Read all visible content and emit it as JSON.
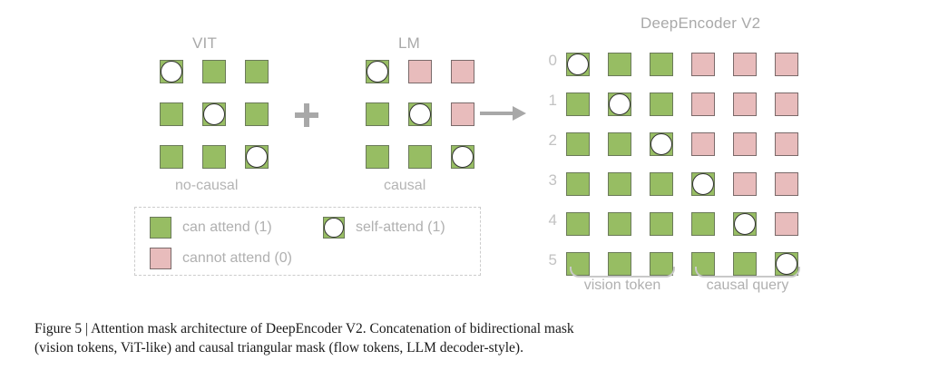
{
  "figure": {
    "caption_line1": "Figure 5 | Attention mask architecture of DeepEncoder V2. Concatenation of bidirectional mask",
    "caption_line2": "(vision tokens, ViT-like) and causal triangular mask (flow tokens, LLM decoder-style)."
  },
  "colors": {
    "can_attend": "#97bd63",
    "cannot_attend": "#e8bcbc",
    "self_attend": "#ffffff",
    "label_gray": "#b0b0b0",
    "arrow_gray": "#a8a8a8"
  },
  "panels": {
    "vit": {
      "title": "VIT",
      "sublabel": "no-causal",
      "size": 3,
      "matrix": [
        [
          "self",
          "green",
          "green"
        ],
        [
          "green",
          "self",
          "green"
        ],
        [
          "green",
          "green",
          "self"
        ]
      ]
    },
    "lm": {
      "title": "LM",
      "sublabel": "causal",
      "size": 3,
      "matrix": [
        [
          "self",
          "pink",
          "pink"
        ],
        [
          "green",
          "self",
          "pink"
        ],
        [
          "green",
          "green",
          "self"
        ]
      ]
    },
    "deepencoder": {
      "title": "DeepEncoder V2",
      "row_labels": [
        "0",
        "1",
        "2",
        "3",
        "4",
        "5"
      ],
      "rows": 6,
      "cols": 6,
      "matrix": [
        [
          "self",
          "green",
          "green",
          "pink",
          "pink",
          "pink"
        ],
        [
          "green",
          "self",
          "green",
          "pink",
          "pink",
          "pink"
        ],
        [
          "green",
          "green",
          "self",
          "pink",
          "pink",
          "pink"
        ],
        [
          "green",
          "green",
          "green",
          "self",
          "pink",
          "pink"
        ],
        [
          "green",
          "green",
          "green",
          "green",
          "self",
          "pink"
        ],
        [
          "green",
          "green",
          "green",
          "green",
          "green",
          "self"
        ]
      ],
      "group_labels": [
        "vision token",
        "causal query"
      ]
    }
  },
  "operators": {
    "plus": "+",
    "arrow": "right-arrow"
  },
  "legend": {
    "items": [
      {
        "type": "green",
        "label": "can attend (1)"
      },
      {
        "type": "self",
        "label": "self-attend (1)"
      },
      {
        "type": "pink",
        "label": "cannot attend (0)"
      }
    ]
  }
}
